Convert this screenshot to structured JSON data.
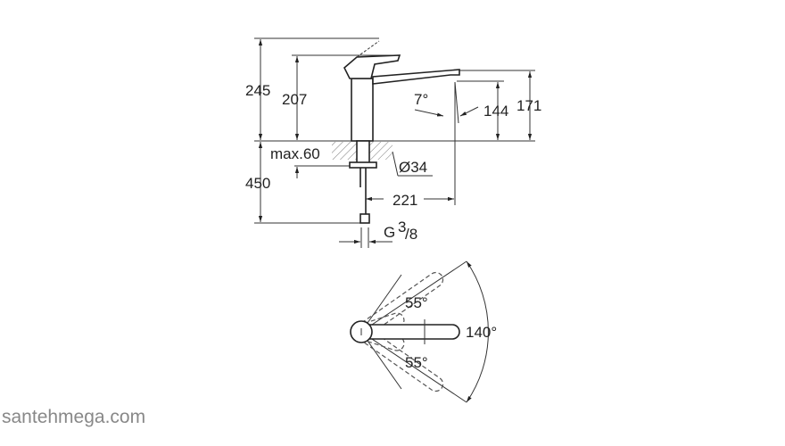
{
  "dimensions": {
    "total_height": "245",
    "handle_height": "207",
    "spout_height": "171",
    "outlet_height": "144",
    "spout_angle": "7°",
    "max_thickness": "max.60",
    "hole_diameter": "Ø34",
    "hose_length": "450",
    "spout_reach": "221",
    "connection": "G",
    "connection_num": "3",
    "connection_den": "/8"
  },
  "rotation": {
    "upper_angle": "55°",
    "lower_angle": "55°",
    "total_angle": "140°"
  },
  "watermark": "santehmega.com"
}
